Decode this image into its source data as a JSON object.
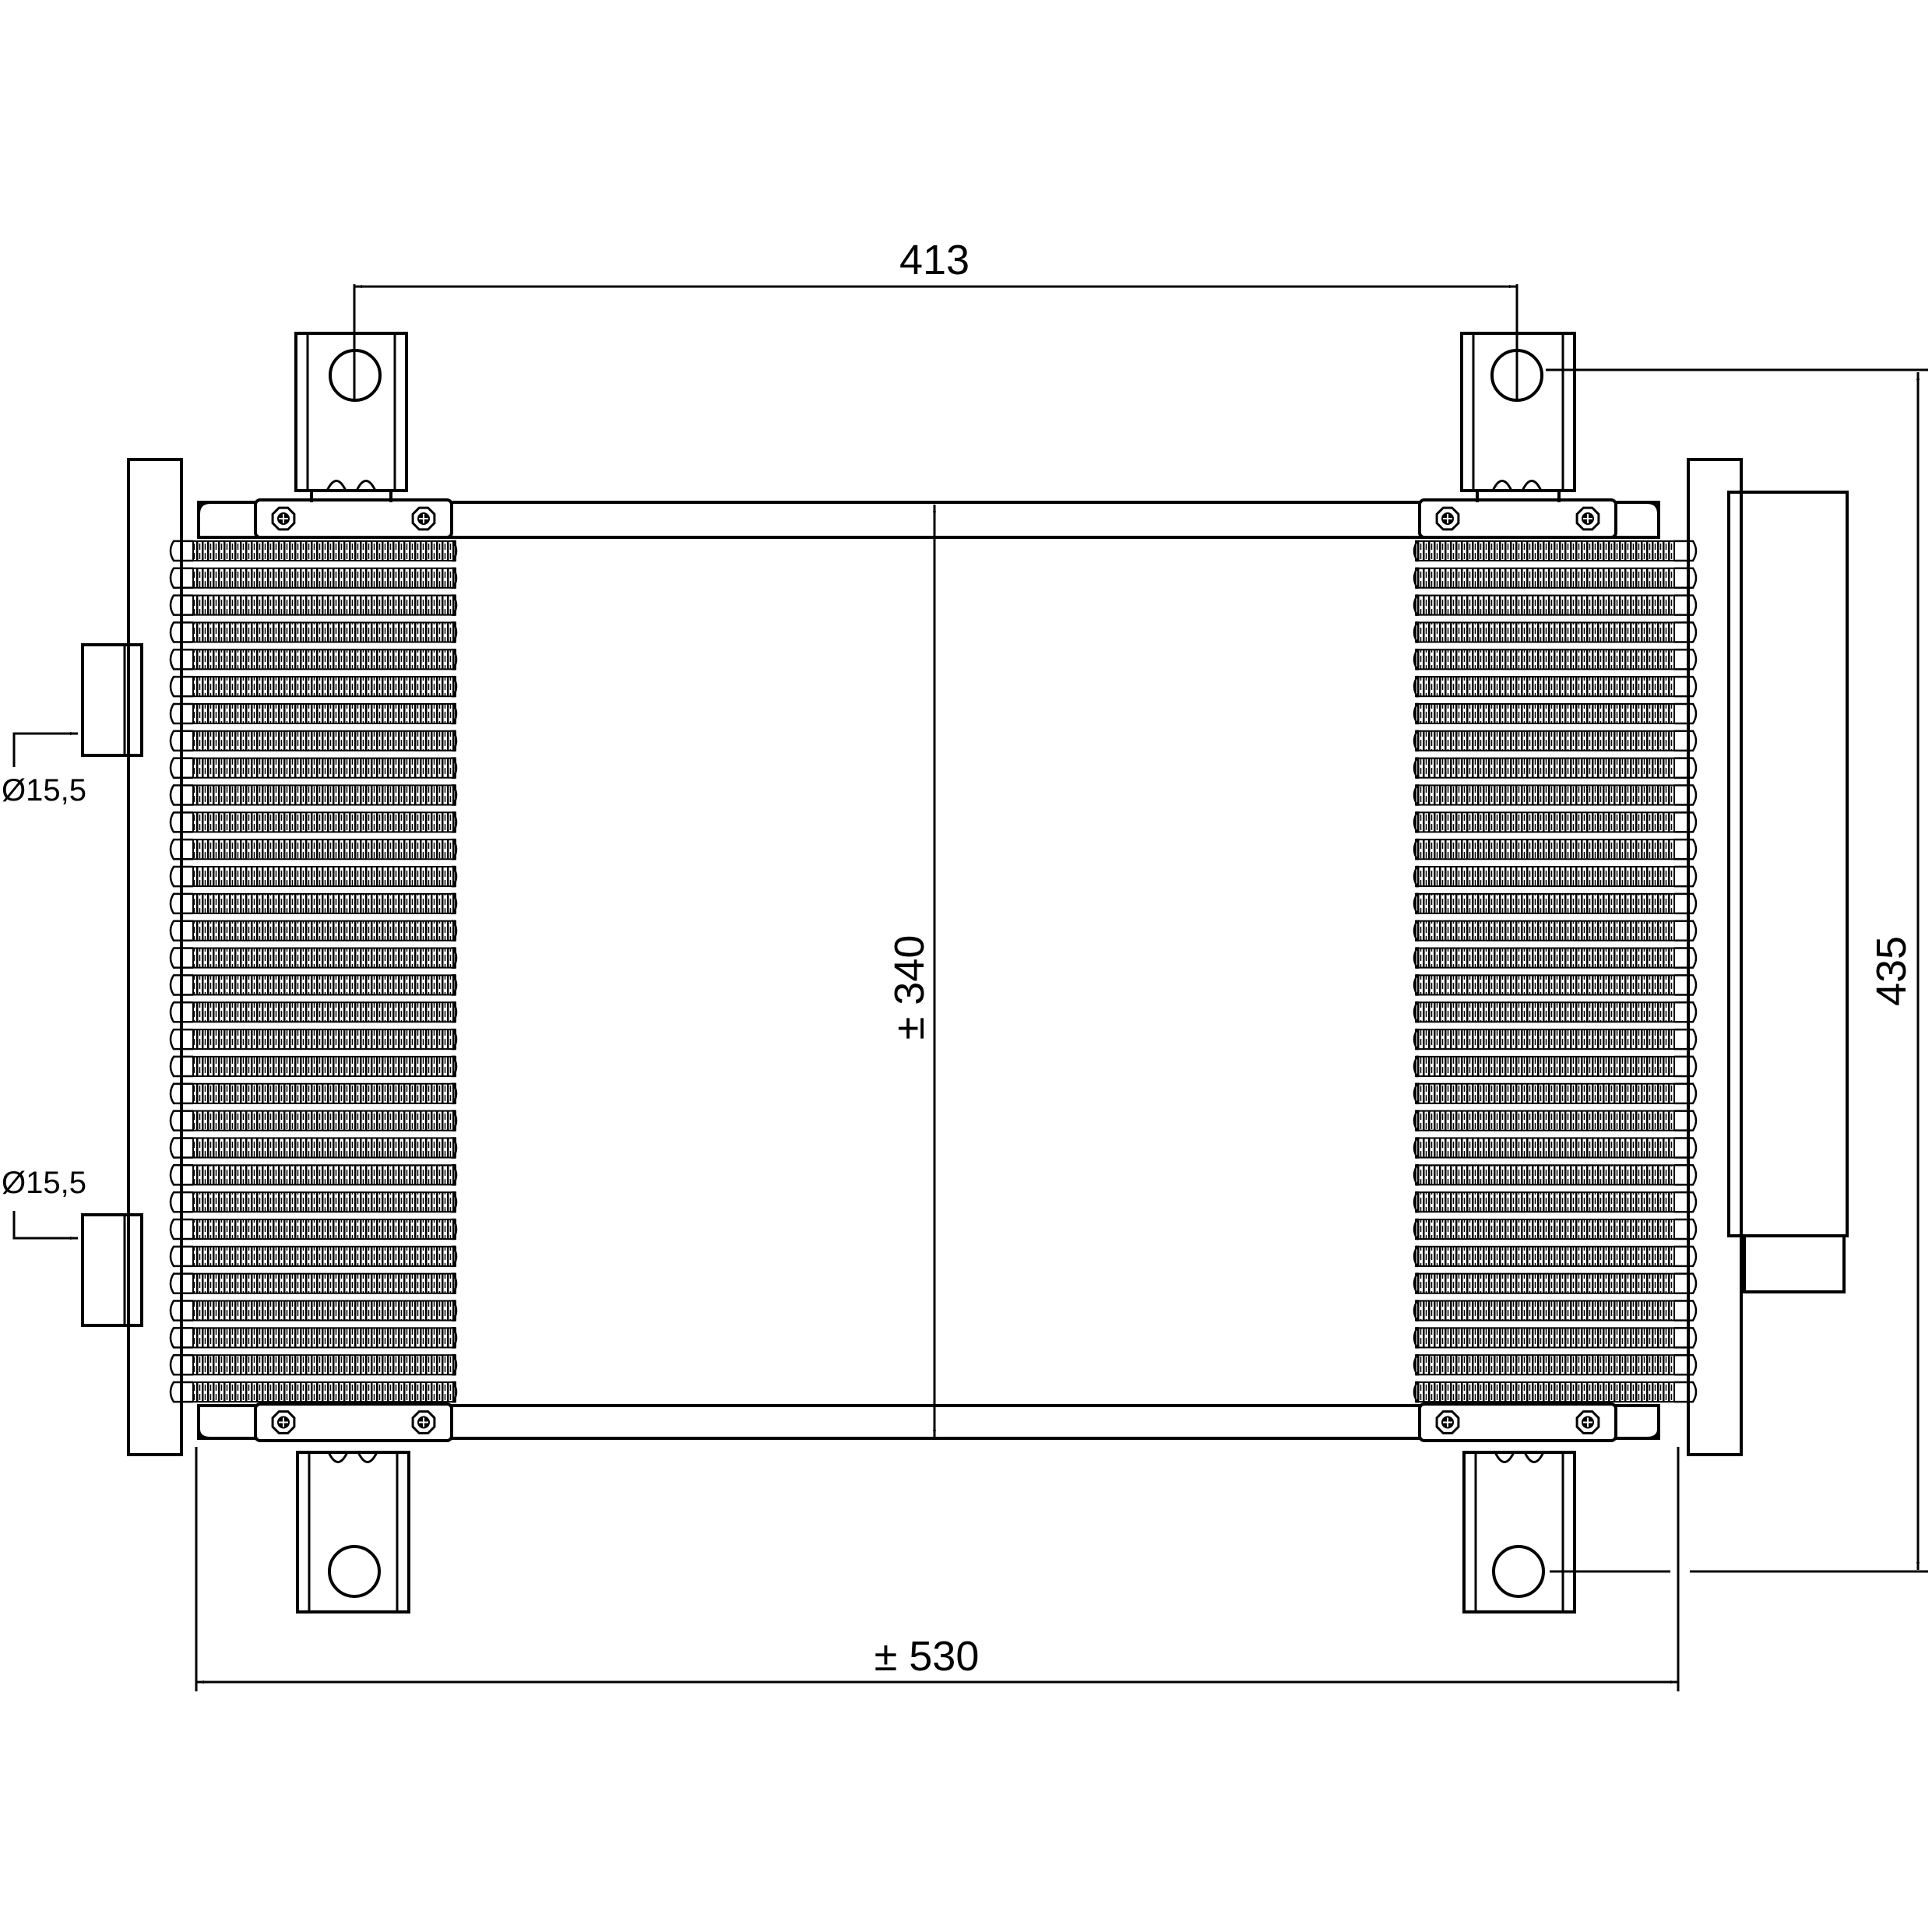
{
  "dimensions": {
    "bracket_spacing": "413",
    "core_height": "± 340",
    "overall_height": "435",
    "overall_width": "± 530",
    "inlet_diameter": "Ø15,5",
    "outlet_diameter": "Ø15,5"
  },
  "fins": {
    "rows": 32
  },
  "colors": {
    "line": "#000000",
    "background": "#ffffff"
  }
}
